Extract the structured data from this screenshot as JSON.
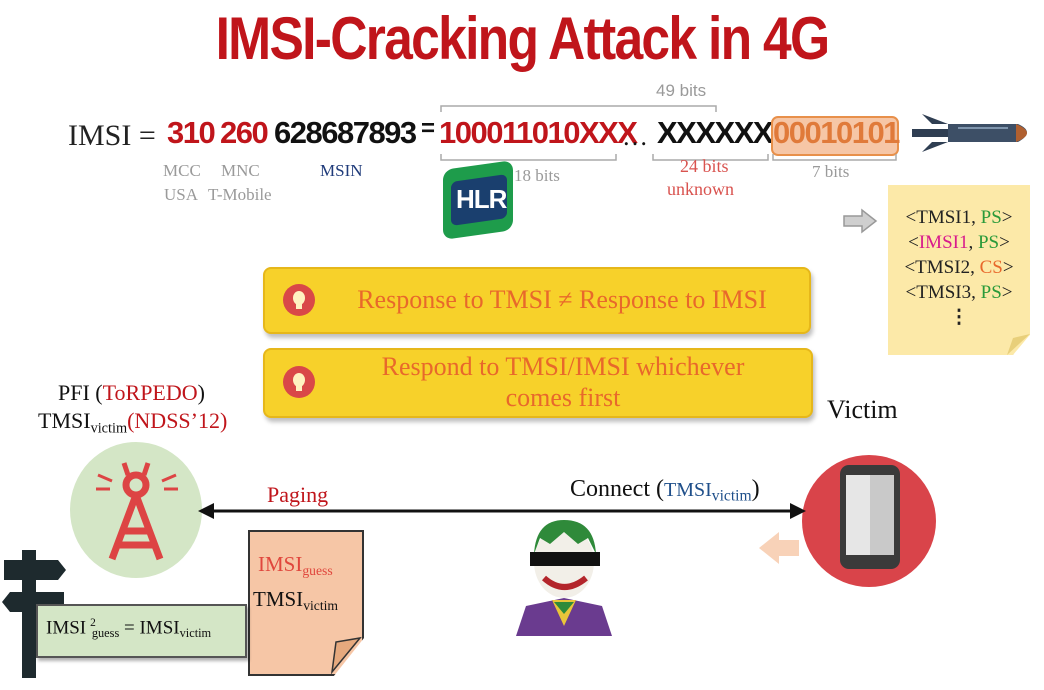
{
  "title": "IMSI-Cracking Attack in 4G",
  "imsi": {
    "label": "IMSI =",
    "mcc": "310",
    "mnc": "260",
    "msin": "628687893",
    "equals": "=",
    "bits_a": "100011010XXX",
    "dots": "…",
    "bits_b": "XXXXXXX",
    "bits_c": "00010101",
    "mcc_label": "MCC",
    "mnc_label": "MNC",
    "msin_label": "MSIN",
    "usa_label": "USA",
    "tmobile_label": "T-Mobile",
    "total_bits": "49 bits",
    "bits18": "18 bits",
    "bits24": "24 bits",
    "unknown": "unknown",
    "bits7": "7 bits"
  },
  "hlr": "HLR",
  "note": {
    "l1a": "<TMSI1, ",
    "l1b": "PS",
    "l1c": ">",
    "l2a": "<",
    "l2b": "IMSI1",
    "l2c": ", ",
    "l2d": "PS",
    "l2e": ">",
    "l3a": "<TMSI2, ",
    "l3b": "CS",
    "l3c": ">",
    "l4a": "<TMSI3, ",
    "l4b": "PS",
    "l4c": ">",
    "l5": "⋮"
  },
  "bullets": {
    "b1": "Response to TMSI ≠ Response to IMSI",
    "b2a": "Respond to  TMSI/IMSI whichever",
    "b2b": "comes first"
  },
  "pfi": {
    "l1a": "PFI (",
    "l1b": "ToRPEDO",
    "l1c": ")",
    "l2a": "TMSI",
    "l2sub": "victim",
    "l2b": "(NDSS’12)"
  },
  "victim_label": "Victim",
  "paging": "Paging",
  "connect": {
    "a": "Connect (",
    "b": "TMSI",
    "sub": "victim",
    "c": ")"
  },
  "doc": {
    "imsi": "IMSI",
    "imsi_sub": "guess",
    "tmsi": "TMSI",
    "tmsi_sub": "victim"
  },
  "eq": {
    "a": "IMSI",
    "sup": "2",
    "sub": "guess",
    "b": " = IMSI",
    "sub2": "victim"
  },
  "colors": {
    "title_red": "#c0151b",
    "ps_green": "#2a9a3a",
    "imsi_pink": "#d81b8c",
    "cs_orange": "#e8682b",
    "bulb_yellow": "#f7d12a"
  }
}
